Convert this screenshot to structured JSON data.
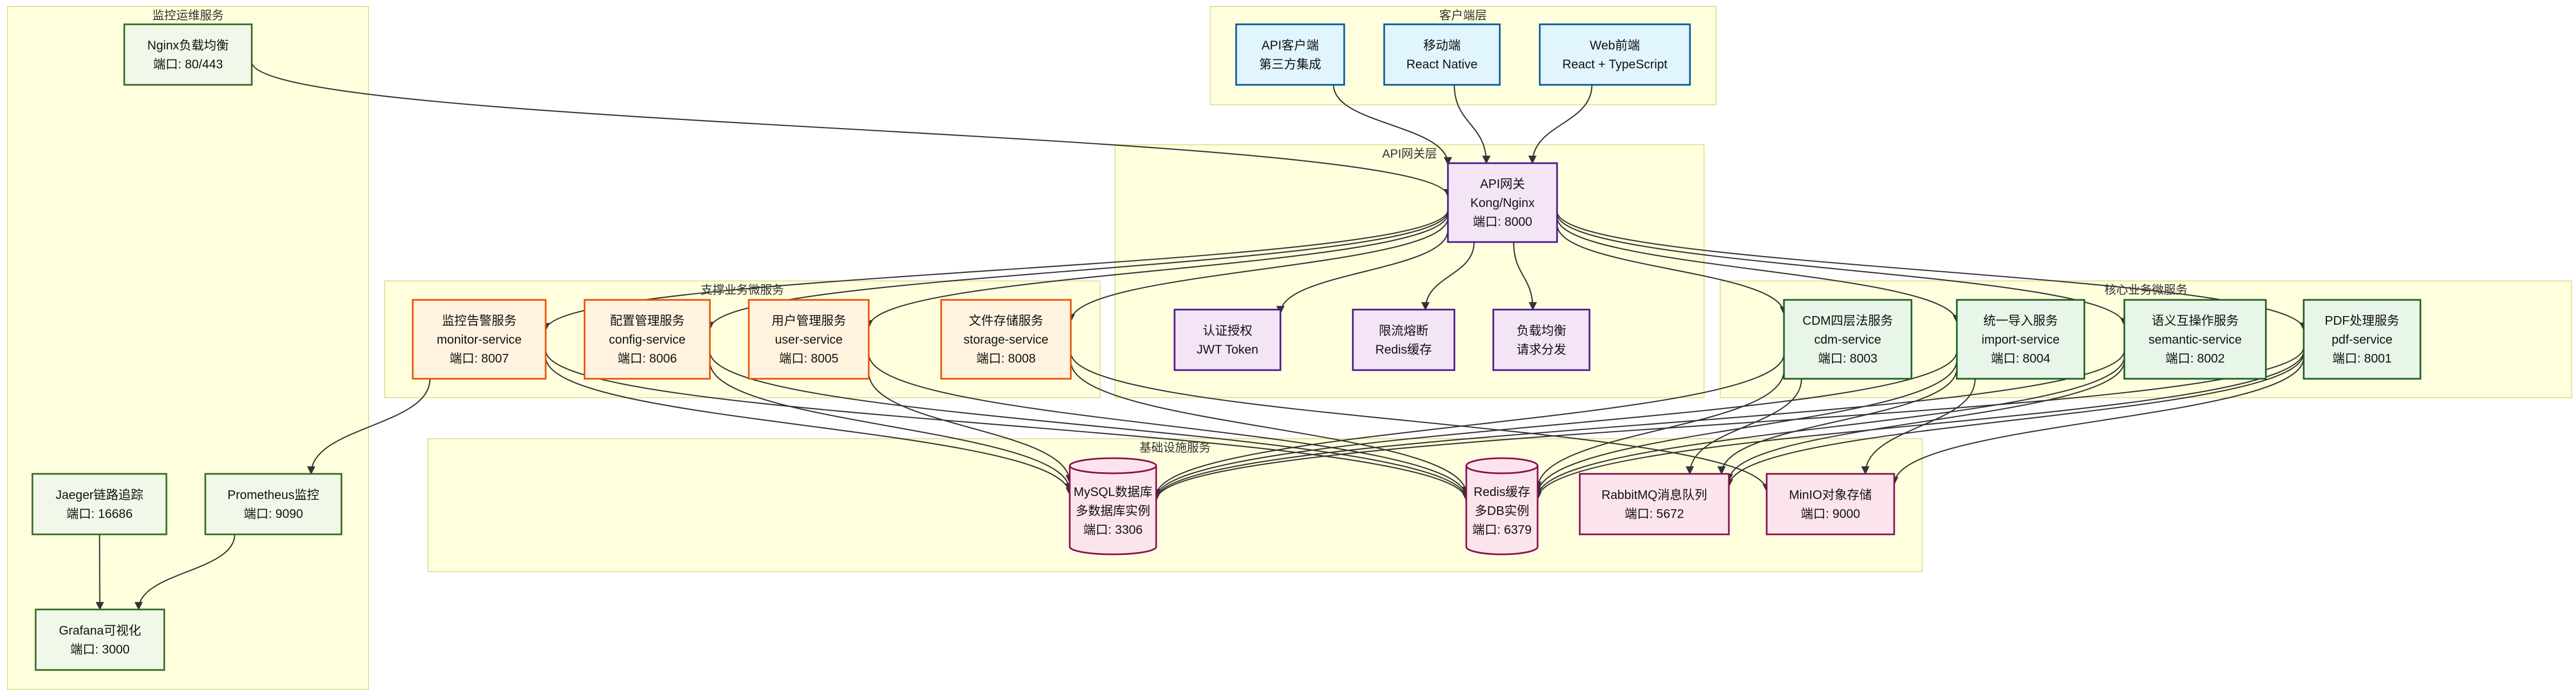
{
  "groups": [
    {
      "id": "monitoring",
      "title": "监控运维服务"
    },
    {
      "id": "client",
      "title": "客户端层"
    },
    {
      "id": "gateway",
      "title": "API网关层"
    },
    {
      "id": "support",
      "title": "支撑业务微服务"
    },
    {
      "id": "core",
      "title": "核心业务微服务"
    },
    {
      "id": "infra",
      "title": "基础设施服务"
    }
  ],
  "nodes": [
    {
      "id": "nginx",
      "group": "monitoring",
      "style": "ops",
      "lines": [
        "Nginx负载均衡",
        "端口: 80/443"
      ]
    },
    {
      "id": "jaeger",
      "group": "monitoring",
      "style": "ops",
      "lines": [
        "Jaeger链路追踪",
        "端口: 16686"
      ]
    },
    {
      "id": "prometheus",
      "group": "monitoring",
      "style": "ops",
      "lines": [
        "Prometheus监控",
        "端口: 9090"
      ]
    },
    {
      "id": "grafana",
      "group": "monitoring",
      "style": "ops",
      "lines": [
        "Grafana可视化",
        "端口: 3000"
      ]
    },
    {
      "id": "api_client",
      "group": "client",
      "style": "client",
      "lines": [
        "API客户端",
        "第三方集成"
      ]
    },
    {
      "id": "mobile",
      "group": "client",
      "style": "client",
      "lines": [
        "移动端",
        "React Native"
      ]
    },
    {
      "id": "web",
      "group": "client",
      "style": "client",
      "lines": [
        "Web前端",
        "React + TypeScript"
      ]
    },
    {
      "id": "gw",
      "group": "gateway",
      "style": "gateway",
      "lines": [
        "API网关",
        "Kong/Nginx",
        "端口: 8000"
      ]
    },
    {
      "id": "auth",
      "group": "gateway",
      "style": "gateway",
      "lines": [
        "认证授权",
        "JWT Token"
      ]
    },
    {
      "id": "rate",
      "group": "gateway",
      "style": "gateway",
      "lines": [
        "限流熔断",
        "Redis缓存"
      ]
    },
    {
      "id": "lb",
      "group": "gateway",
      "style": "gateway",
      "lines": [
        "负载均衡",
        "请求分发"
      ]
    },
    {
      "id": "monitor_svc",
      "group": "support",
      "style": "support",
      "lines": [
        "监控告警服务",
        "monitor-service",
        "端口: 8007"
      ]
    },
    {
      "id": "config_svc",
      "group": "support",
      "style": "support",
      "lines": [
        "配置管理服务",
        "config-service",
        "端口: 8006"
      ]
    },
    {
      "id": "user_svc",
      "group": "support",
      "style": "support",
      "lines": [
        "用户管理服务",
        "user-service",
        "端口: 8005"
      ]
    },
    {
      "id": "storage_svc",
      "group": "support",
      "style": "support",
      "lines": [
        "文件存储服务",
        "storage-service",
        "端口: 8008"
      ]
    },
    {
      "id": "cdm_svc",
      "group": "core",
      "style": "core",
      "lines": [
        "CDM四层法服务",
        "cdm-service",
        "端口: 8003"
      ]
    },
    {
      "id": "import_svc",
      "group": "core",
      "style": "core",
      "lines": [
        "统一导入服务",
        "import-service",
        "端口: 8004"
      ]
    },
    {
      "id": "semantic_svc",
      "group": "core",
      "style": "core",
      "lines": [
        "语义互操作服务",
        "semantic-service",
        "端口: 8002"
      ]
    },
    {
      "id": "pdf_svc",
      "group": "core",
      "style": "core",
      "lines": [
        "PDF处理服务",
        "pdf-service",
        "端口: 8001"
      ]
    },
    {
      "id": "mysql",
      "group": "infra",
      "style": "infra",
      "shape": "cylinder",
      "lines": [
        "MySQL数据库",
        "多数据库实例",
        "端口: 3306"
      ]
    },
    {
      "id": "redis",
      "group": "infra",
      "style": "infra",
      "shape": "cylinder",
      "lines": [
        "Redis缓存",
        "多DB实例",
        "端口: 6379"
      ]
    },
    {
      "id": "rabbitmq",
      "group": "infra",
      "style": "infra",
      "lines": [
        "RabbitMQ消息队列",
        "端口: 5672"
      ]
    },
    {
      "id": "minio",
      "group": "infra",
      "style": "infra",
      "lines": [
        "MinIO对象存储",
        "端口: 9000"
      ]
    }
  ],
  "edges": [
    [
      "api_client",
      "gw"
    ],
    [
      "mobile",
      "gw"
    ],
    [
      "web",
      "gw"
    ],
    [
      "nginx",
      "gw"
    ],
    [
      "gw",
      "auth"
    ],
    [
      "gw",
      "rate"
    ],
    [
      "gw",
      "lb"
    ],
    [
      "gw",
      "monitor_svc"
    ],
    [
      "gw",
      "config_svc"
    ],
    [
      "gw",
      "user_svc"
    ],
    [
      "gw",
      "storage_svc"
    ],
    [
      "gw",
      "cdm_svc"
    ],
    [
      "gw",
      "import_svc"
    ],
    [
      "gw",
      "semantic_svc"
    ],
    [
      "gw",
      "pdf_svc"
    ],
    [
      "monitor_svc",
      "prometheus"
    ],
    [
      "monitor_svc",
      "mysql"
    ],
    [
      "monitor_svc",
      "redis"
    ],
    [
      "config_svc",
      "mysql"
    ],
    [
      "config_svc",
      "redis"
    ],
    [
      "user_svc",
      "mysql"
    ],
    [
      "user_svc",
      "redis"
    ],
    [
      "storage_svc",
      "redis"
    ],
    [
      "storage_svc",
      "minio"
    ],
    [
      "cdm_svc",
      "mysql"
    ],
    [
      "cdm_svc",
      "redis"
    ],
    [
      "cdm_svc",
      "rabbitmq"
    ],
    [
      "import_svc",
      "mysql"
    ],
    [
      "import_svc",
      "redis"
    ],
    [
      "import_svc",
      "rabbitmq"
    ],
    [
      "import_svc",
      "minio"
    ],
    [
      "semantic_svc",
      "mysql"
    ],
    [
      "semantic_svc",
      "redis"
    ],
    [
      "semantic_svc",
      "rabbitmq"
    ],
    [
      "pdf_svc",
      "mysql"
    ],
    [
      "pdf_svc",
      "redis"
    ],
    [
      "pdf_svc",
      "rabbitmq"
    ],
    [
      "pdf_svc",
      "minio"
    ],
    [
      "prometheus",
      "grafana"
    ],
    [
      "jaeger",
      "grafana"
    ]
  ],
  "styles": {
    "client": {
      "fill": "#e1f5fe",
      "stroke": "#01579b"
    },
    "gateway": {
      "fill": "#f3e5f5",
      "stroke": "#4a148c"
    },
    "core": {
      "fill": "#e8f5e9",
      "stroke": "#1b5e20"
    },
    "support": {
      "fill": "#fff3e0",
      "stroke": "#e65100"
    },
    "infra": {
      "fill": "#fce4ec",
      "stroke": "#880e4f"
    },
    "ops": {
      "fill": "#f1f8e9",
      "stroke": "#33691e"
    }
  }
}
